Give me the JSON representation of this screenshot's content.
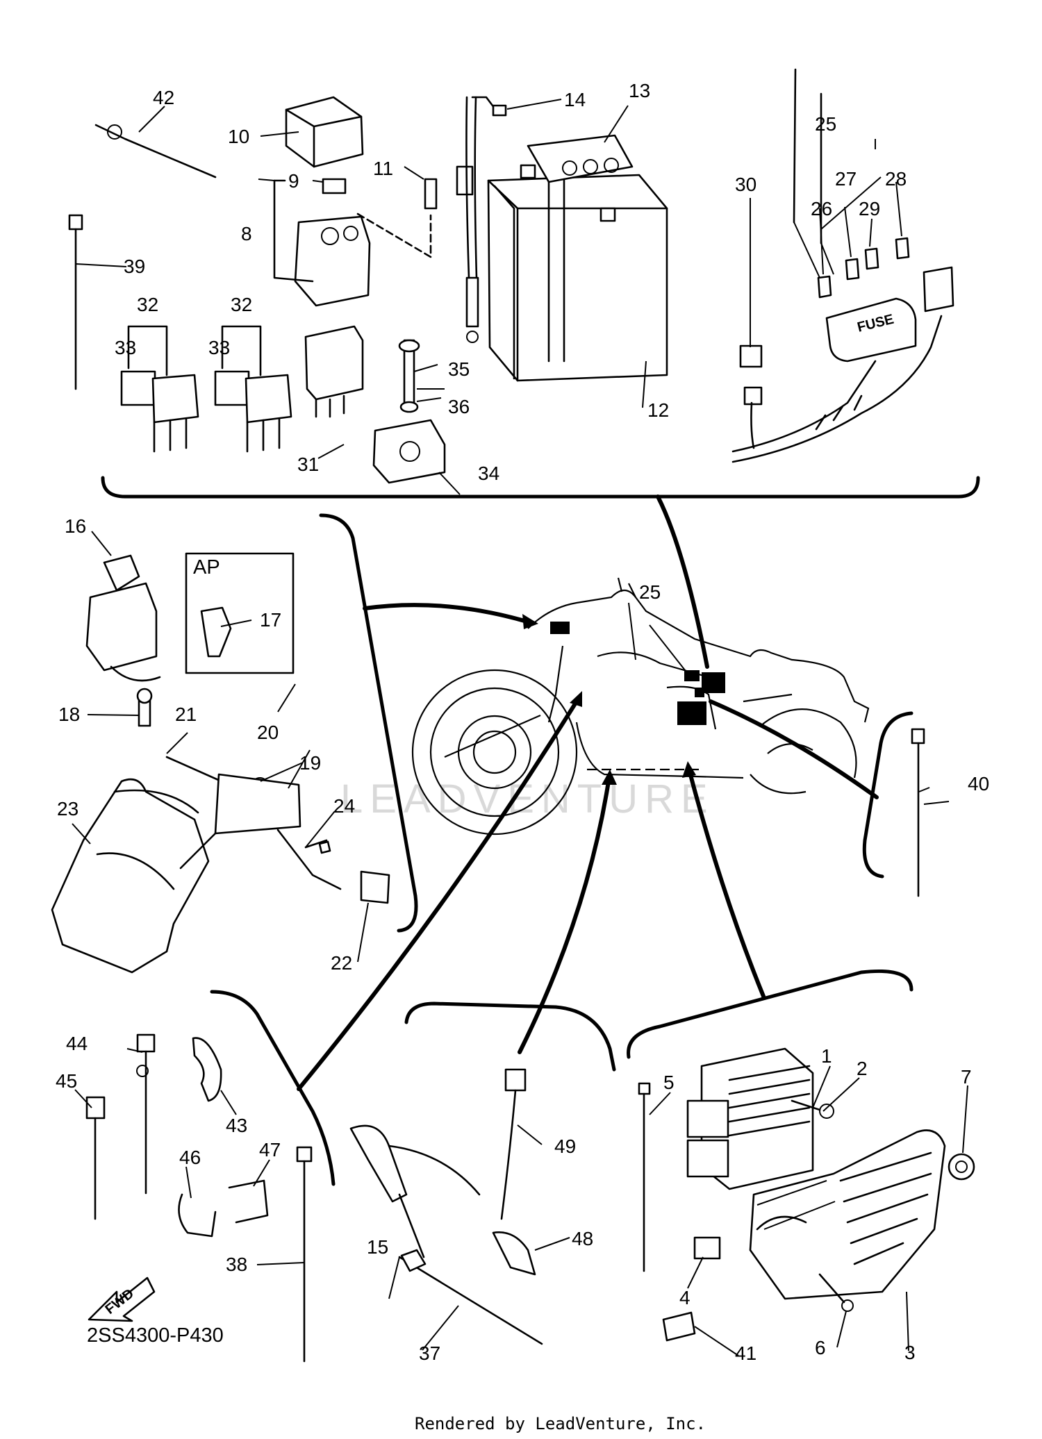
{
  "diagram": {
    "code": "2SS4300-P430",
    "credit": "Rendered by LeadVenture, Inc.",
    "watermark": "LEADVENTURE",
    "ap_box_label": "AP",
    "fuse_label": "FUSE",
    "fwd_label": "FWD"
  },
  "callouts": {
    "c1": "1",
    "c2": "2",
    "c3": "3",
    "c4": "4",
    "c5": "5",
    "c6": "6",
    "c7": "7",
    "c8": "8",
    "c9": "9",
    "c10": "10",
    "c11": "11",
    "c12": "12",
    "c13": "13",
    "c14": "14",
    "c15": "15",
    "c16": "16",
    "c17": "17",
    "c18": "18",
    "c19": "19",
    "c20": "20",
    "c21": "21",
    "c22": "22",
    "c23": "23",
    "c24": "24",
    "c25a": "25",
    "c25b": "25",
    "c26": "26",
    "c27": "27",
    "c28": "28",
    "c29": "29",
    "c30": "30",
    "c31": "31",
    "c32a": "32",
    "c32b": "32",
    "c33a": "33",
    "c33b": "33",
    "c34": "34",
    "c35": "35",
    "c36": "36",
    "c37": "37",
    "c38": "38",
    "c39": "39",
    "c40": "40",
    "c41": "41",
    "c42": "42",
    "c43": "43",
    "c44": "44",
    "c45": "45",
    "c46": "46",
    "c47": "47",
    "c48": "48",
    "c49": "49"
  }
}
